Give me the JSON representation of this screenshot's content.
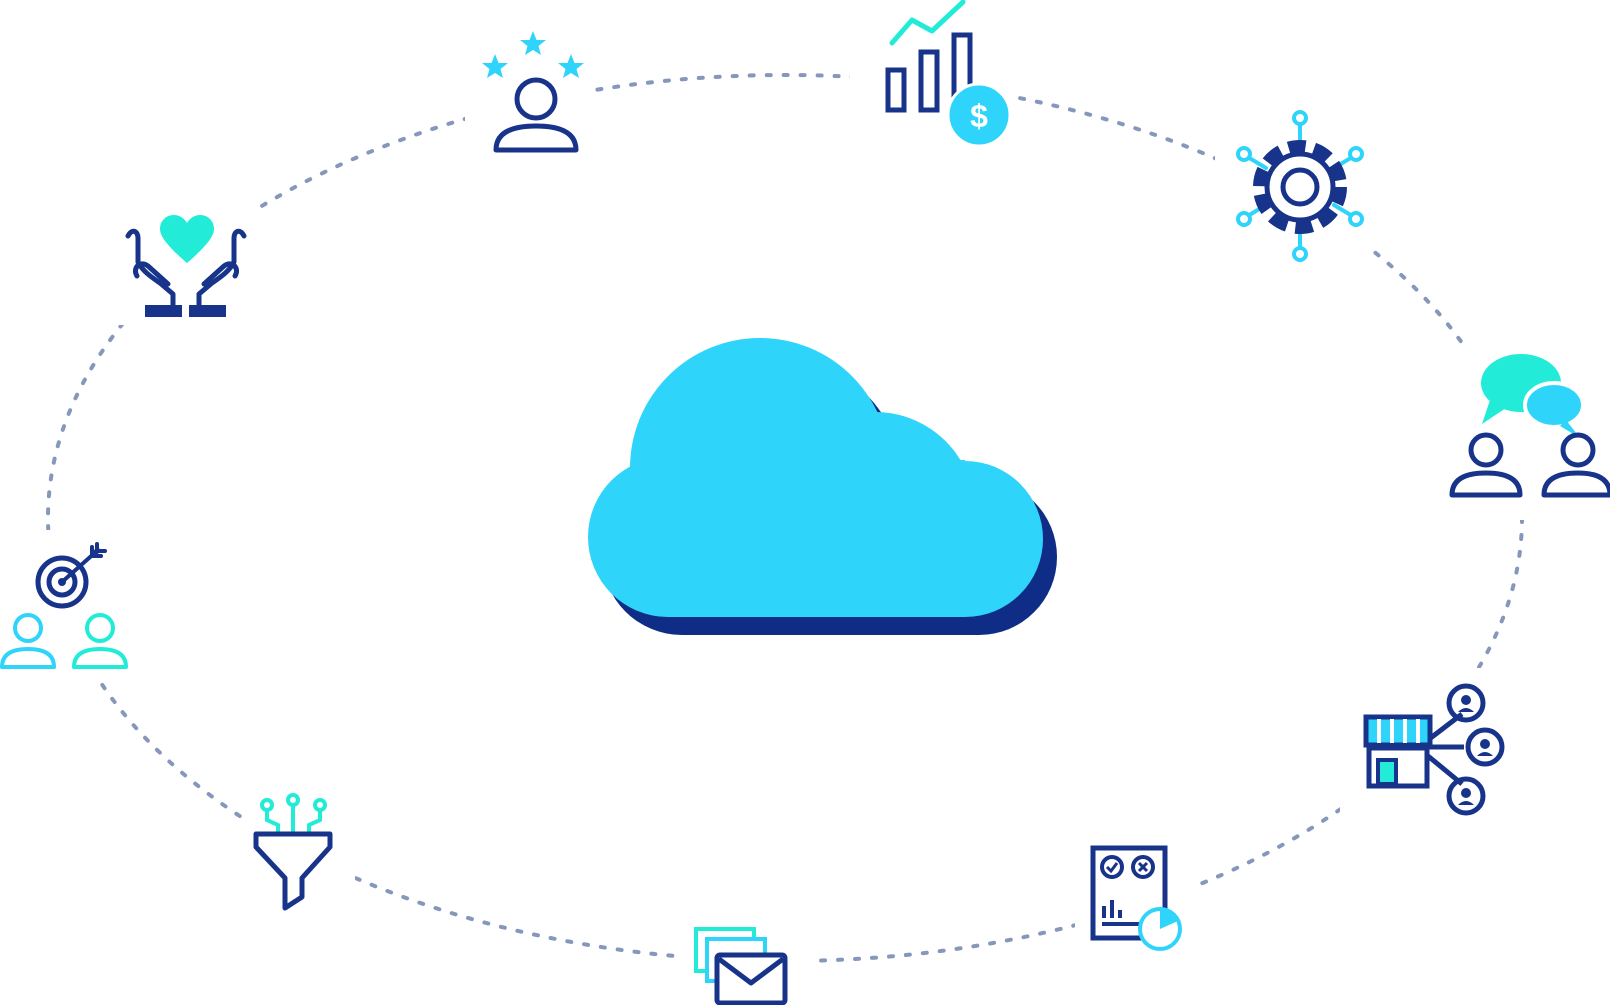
{
  "diagram": {
    "center": {
      "icon": "cloud-icon"
    },
    "ring": {
      "style": "dotted-ellipse"
    },
    "nodes": [
      {
        "id": "customer-rating",
        "icon": "person-stars-icon"
      },
      {
        "id": "revenue-growth",
        "icon": "chart-dollar-icon"
      },
      {
        "id": "automation",
        "icon": "gear-network-icon"
      },
      {
        "id": "conversation",
        "icon": "people-chat-icon"
      },
      {
        "id": "store-customers",
        "icon": "store-network-icon"
      },
      {
        "id": "reports",
        "icon": "report-pie-icon"
      },
      {
        "id": "email-campaigns",
        "icon": "email-stack-icon"
      },
      {
        "id": "filtering",
        "icon": "funnel-icon"
      },
      {
        "id": "targeting",
        "icon": "target-audience-icon"
      },
      {
        "id": "customer-care",
        "icon": "hands-heart-icon"
      }
    ]
  },
  "colors": {
    "navy": "#17338a",
    "cyan": "#2fd4fb",
    "mint": "#22ecd8",
    "ring": "#8597bb",
    "cloud_shadow": "#0f2d86"
  }
}
